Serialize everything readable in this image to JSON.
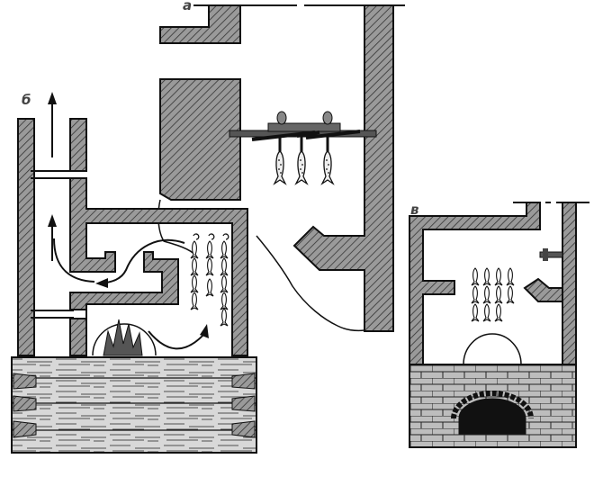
{
  "labels": {
    "a": "а",
    "b": "б",
    "v": "в"
  },
  "colors": {
    "ink": "#1a1a1a",
    "hatch_fill": "#9a9a9a",
    "paper": "#ffffff"
  }
}
